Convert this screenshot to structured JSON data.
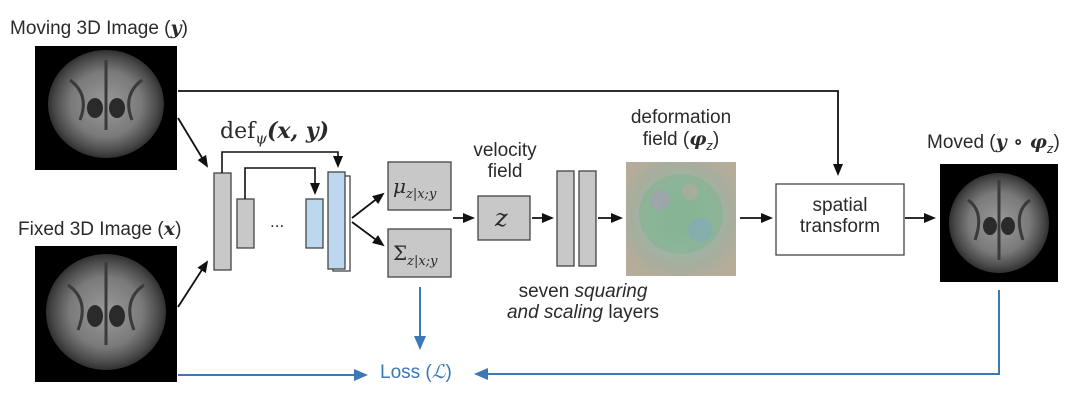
{
  "labels": {
    "moving_image": "Moving 3D Image (",
    "moving_image_var": "y",
    "fixed_image": "Fixed 3D Image (",
    "fixed_image_var": "x",
    "def_psi_fn": "def",
    "def_psi_sub": "ψ",
    "def_psi_args": "(x, y)",
    "ellipsis": "...",
    "mu": "μ",
    "mu_sub": "z|x;y",
    "sigma": "Σ",
    "sigma_sub": "z|x;y",
    "velocity_line1": "velocity",
    "velocity_line2": "field",
    "z": "z",
    "deformation_line1": "deformation",
    "deformation_line2": "field (",
    "deformation_var": "φ",
    "deformation_sub": "z",
    "squaring_line1_a": "seven ",
    "squaring_line1_b": "squaring",
    "squaring_line2_a": "and scaling",
    "squaring_line2_b": " layers",
    "spatial_line1": "spatial",
    "spatial_line2": "transform",
    "moved_label": "Moved (",
    "moved_expr": "y ∘ φ",
    "moved_sub": "z",
    "loss": "Loss (",
    "loss_sym": "ℒ"
  },
  "colors": {
    "black_arrow": "#111111",
    "loss_arrow": "#3b78b5",
    "gray_block": "#c8c8c8",
    "blue_block": "#bcd7ee"
  }
}
